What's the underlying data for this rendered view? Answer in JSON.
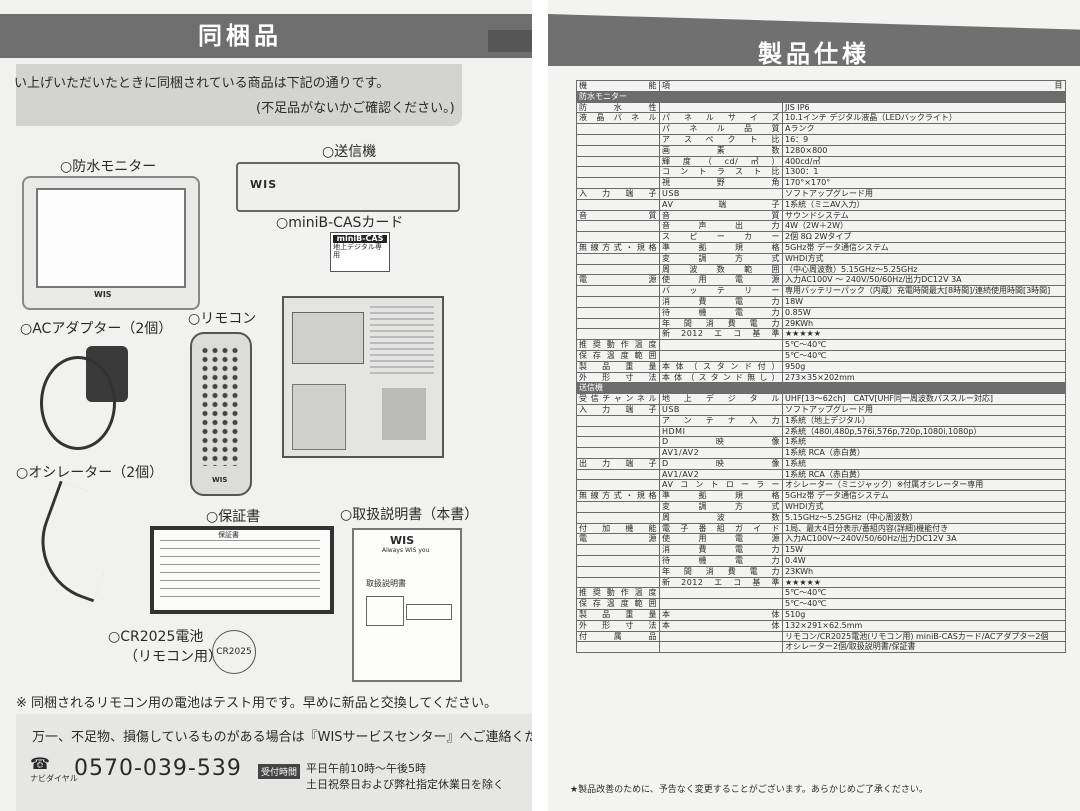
{
  "left": {
    "title": "同梱品",
    "intro_line1": "い上げいただいたときに同梱されている商品は下記の通りです。",
    "intro_line2": "(不足品がないかご確認ください。)",
    "items": {
      "monitor": "○防水モニター",
      "transmitter": "○送信機",
      "card": "○miniB-CASカード",
      "adapter": "○ACアダプター（2個）",
      "remote": "○リモコン",
      "oscillator": "○オシレーター（2個）",
      "warranty": "○保証書",
      "manual": "○取扱説明書（本書）",
      "battery_line1": "○CR2025電池",
      "battery_line2": "（リモコン用）"
    },
    "brand": "WIS",
    "brand_tagline": "Always WIS you",
    "card_head": "miniB-CAS",
    "card_sub": "地上デジタル専用",
    "warranty_head": "保証書",
    "manual_label": "取扱説明書",
    "battery_label": "CR2025",
    "note": "※ 同梱されるリモコン用の電池はテスト用です。早めに新品と交換してください。",
    "contact": "万一、不足物、損傷しているものがある場合は『WISサービスセンター』へご連絡ください。",
    "navi_label": "ナビダイヤル",
    "phone": "0570-039-539",
    "hours_badge": "受付時間",
    "hours1": "平日午前10時～午後5時",
    "hours2": "土日祝祭日および弊社指定休業日を除く"
  },
  "right": {
    "title": "製品仕様",
    "footer": "★製品改善のために、予告なく変更することがございます。あらかじめご了承ください。",
    "rows": [
      [
        "機　能",
        "項　目",
        "",
        "head"
      ],
      [
        "防水モニター",
        "",
        "",
        "sec"
      ],
      [
        "防水性",
        "",
        "JIS IP6",
        ""
      ],
      [
        "液晶パネル",
        "パネルサイズ",
        "10.1インチ デジタル液晶（LEDバックライト）",
        ""
      ],
      [
        "",
        "パネル品質",
        "Aランク",
        ""
      ],
      [
        "",
        "アスペクト比",
        "16：9",
        ""
      ],
      [
        "",
        "画素数",
        "1280×800",
        ""
      ],
      [
        "",
        "輝度（cd/㎡）",
        "400cd/㎡",
        ""
      ],
      [
        "",
        "コントラスト比",
        "1300：1",
        ""
      ],
      [
        "",
        "視野角",
        "170°×170°",
        ""
      ],
      [
        "入力端子",
        "USB",
        "ソフトアップグレード用",
        ""
      ],
      [
        "",
        "AV端子",
        "1系統（ミニAV入力）",
        ""
      ],
      [
        "音質",
        "音質",
        "サウンドシステム",
        ""
      ],
      [
        "",
        "音声出力",
        "4W（2W＋2W）",
        ""
      ],
      [
        "",
        "スピーカー",
        "2個 8Ω 2Wタイプ",
        ""
      ],
      [
        "無線方式・規格",
        "準拠規格",
        "5GHz帯 データ通信システム",
        ""
      ],
      [
        "",
        "変調方式",
        "WHDI方式",
        ""
      ],
      [
        "",
        "周波数範囲",
        "（中心周波数）5.15GHz～5.25GHz",
        ""
      ],
      [
        "電源",
        "使用電源",
        "入力AC100V ～ 240V/50/60Hz/出力DC12V 3A",
        ""
      ],
      [
        "",
        "バッテリー",
        "専用バッテリーパック（内蔵）充電時間最大[8時間]/連続使用時間[3時間]",
        ""
      ],
      [
        "",
        "消費電力",
        "18W",
        ""
      ],
      [
        "",
        "待機電力",
        "0.85W",
        ""
      ],
      [
        "",
        "年間消費電力",
        "29KWh",
        ""
      ],
      [
        "",
        "新2012エコ基準",
        "★★★★★",
        ""
      ],
      [
        "推奨動作温度",
        "",
        "5℃～40℃",
        ""
      ],
      [
        "保存温度範囲",
        "",
        "5℃～40℃",
        ""
      ],
      [
        "製品重量",
        "本体（スタンド付）",
        "950g",
        ""
      ],
      [
        "外形寸法",
        "本体（スタンド無し）",
        "273×35×202mm",
        ""
      ],
      [
        "送信機",
        "",
        "",
        "sec"
      ],
      [
        "受信チャンネル",
        "地上デジタル",
        "UHF[13～62ch]　CATV[UHF同一周波数パススルー対応]",
        ""
      ],
      [
        "入力端子",
        "USB",
        "ソフトアップグレード用",
        ""
      ],
      [
        "",
        "アンテナ入力",
        "1系統（地上デジタル）",
        ""
      ],
      [
        "",
        "HDMI",
        "2系統（480i,480p,576i,576p,720p,1080i,1080p）",
        ""
      ],
      [
        "",
        "D映像",
        "1系統",
        ""
      ],
      [
        "",
        "AV1/AV2",
        "1系統 RCA（赤白黄）",
        ""
      ],
      [
        "出力端子",
        "D映像",
        "1系統",
        ""
      ],
      [
        "",
        "AV1/AV2",
        "1系統 RCA（赤白黄）",
        ""
      ],
      [
        "",
        "AVコントローラー",
        "オシレーター（ミニジャック）※付属オシレーター専用",
        ""
      ],
      [
        "無線方式・規格",
        "準拠規格",
        "5GHz帯 データ通信システム",
        ""
      ],
      [
        "",
        "変調方式",
        "WHDI方式",
        ""
      ],
      [
        "",
        "周波数",
        "5.15GHz～5.25GHz（中心周波数）",
        ""
      ],
      [
        "付加機能",
        "電子番組ガイド",
        "1局、最大4日分表示/番組内容(詳細)機能付き",
        ""
      ],
      [
        "電源",
        "使用電源",
        "入力AC100V～240V/50/60Hz/出力DC12V 3A",
        ""
      ],
      [
        "",
        "消費電力",
        "15W",
        ""
      ],
      [
        "",
        "待機電力",
        "0.4W",
        ""
      ],
      [
        "",
        "年間消費電力",
        "23KWh",
        ""
      ],
      [
        "",
        "新2012エコ基準",
        "★★★★★",
        ""
      ],
      [
        "推奨動作温度",
        "",
        "5℃～40℃",
        ""
      ],
      [
        "保存温度範囲",
        "",
        "5℃～40℃",
        ""
      ],
      [
        "製品重量",
        "本体",
        "510g",
        ""
      ],
      [
        "外形寸法",
        "本体",
        "132×291×62.5mm",
        ""
      ],
      [
        "付属品",
        "",
        "リモコン/CR2025電池(リモコン用) miniB-CASカード/ACアダプター2個",
        ""
      ],
      [
        "",
        "",
        "オシレーター2個/取扱説明書/保証書",
        ""
      ]
    ]
  }
}
